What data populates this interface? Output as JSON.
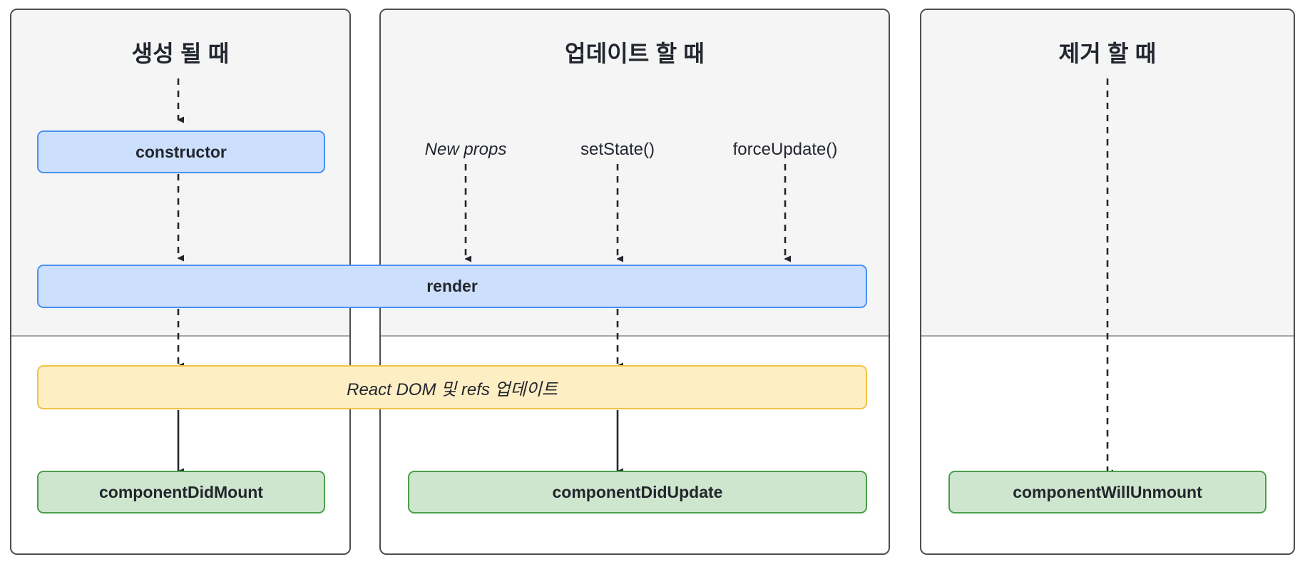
{
  "diagram": {
    "title_mount": "생성 될 때",
    "title_update": "업데이트 할 때",
    "title_unmount": "제거 할 때",
    "nodes": {
      "constructor": "constructor",
      "render": "render",
      "react_dom": "React DOM 및 refs 업데이트",
      "did_mount": "componentDidMount",
      "did_update": "componentDidUpdate",
      "will_unmount": "componentWillUnmount"
    },
    "triggers": {
      "new_props": "New props",
      "set_state": "setState()",
      "force_update": "forceUpdate()"
    },
    "colors": {
      "blue_fill": "#cce0fd",
      "blue_border": "#4a90f0",
      "yellow_fill": "#fdeec4",
      "yellow_border": "#f2c345",
      "green_fill": "#cee6cd",
      "green_border": "#4aa04a",
      "panel_border": "#4d4d4d",
      "panel_shade": "#f5f5f5",
      "divider": "#a6a6a6",
      "arrow": "#22262e",
      "text": "#22262e"
    }
  }
}
